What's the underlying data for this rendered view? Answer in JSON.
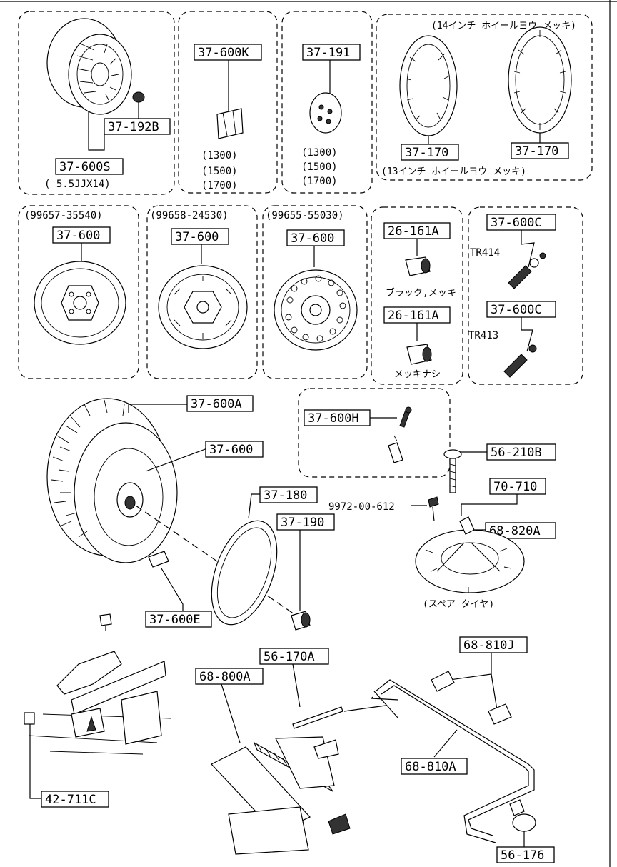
{
  "labels": {
    "p37_600s": "37-600S",
    "p37_600s_sub": "( 5.5JJX14)",
    "p37_192b": "37-192B",
    "p37_600k": "37-600K",
    "p37_600k_s1": "(1300)",
    "p37_600k_s2": "(1500)",
    "p37_600k_s3": "(1700)",
    "p37_191": "37-191",
    "p37_191_s1": "(1300)",
    "p37_191_s2": "(1500)",
    "p37_191_s3": "(1700)",
    "note_14inch": "(14インチ ホイールヨウ メッキ)",
    "p37_170_a": "37-170",
    "p37_170_b": "37-170",
    "note_13inch": "(13インチ ホイールヨウ メッキ)",
    "code_a": "(99657-35540)",
    "p37_600_a": "37-600",
    "code_b": "(99658-24530)",
    "p37_600_b": "37-600",
    "code_c": "(99655-55030)",
    "p37_600_c": "37-600",
    "p26_161a_a": "26-161A",
    "note_black": "ブラック,メッキ",
    "p26_161a_b": "26-161A",
    "note_nochrome": "メッキナシ",
    "p37_600c_a": "37-600C",
    "tr414": "TR414",
    "p37_600c_b": "37-600C",
    "tr413": "TR413",
    "p37_600a": "37-600A",
    "p37_600_d": "37-600",
    "p37_180": "37-180",
    "p37_190": "37-190",
    "p37_600e": "37-600E",
    "p37_600h": "37-600H",
    "p56_210b": "56-210B",
    "p70_710": "70-710",
    "p9972": "9972-00-612",
    "p68_820a": "68-820A",
    "note_spare": "(スペア タイヤ)",
    "p56_170a": "56-170A",
    "p68_800a": "68-800A",
    "p68_810j": "68-810J",
    "p68_810a": "68-810A",
    "p42_711c": "42-711C",
    "p56_176": "56-176"
  }
}
